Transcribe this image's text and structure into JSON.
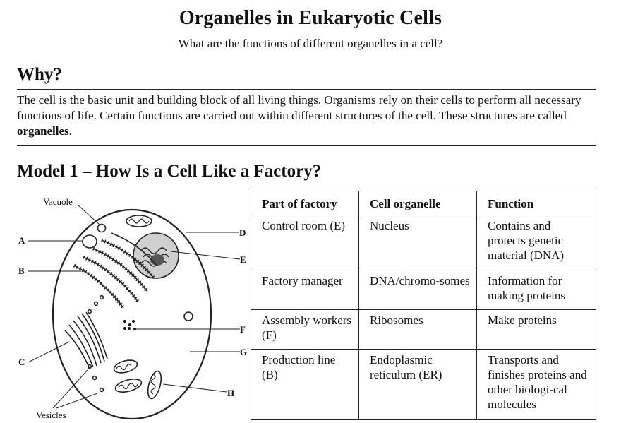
{
  "header": {
    "title": "Organelles in Eukaryotic Cells",
    "subtitle": "What are the functions of different organelles in a cell?"
  },
  "why": {
    "heading": "Why?",
    "text_before": "The cell is the basic unit and building block of all living things. Organisms rely on their cells to perform all necessary functions of life. Certain functions are carried out within different structures of the cell. These structures are called ",
    "bold_term": "organelles",
    "text_after": "."
  },
  "model": {
    "heading": "Model 1 – How Is a Cell Like a Factory?"
  },
  "diagram": {
    "labels": {
      "vacuole": "Vacuole",
      "vesicles": "Vesicles",
      "A": "A",
      "B": "B",
      "C": "C",
      "D": "D",
      "E": "E",
      "F": "F",
      "G": "G",
      "H": "H"
    }
  },
  "table": {
    "headers": [
      "Part of factory",
      "Cell organelle",
      "Function"
    ],
    "rows": [
      [
        "Control room (E)",
        "Nucleus",
        "Contains and protects genetic material (DNA)"
      ],
      [
        "Factory manager",
        "DNA/chromo-somes",
        "Information for making proteins"
      ],
      [
        "Assembly workers (F)",
        "Ribosomes",
        "Make proteins"
      ],
      [
        "Production line (B)",
        "Endoplasmic reticulum (ER)",
        "Transports and finishes proteins and other biologi-cal molecules"
      ]
    ]
  }
}
